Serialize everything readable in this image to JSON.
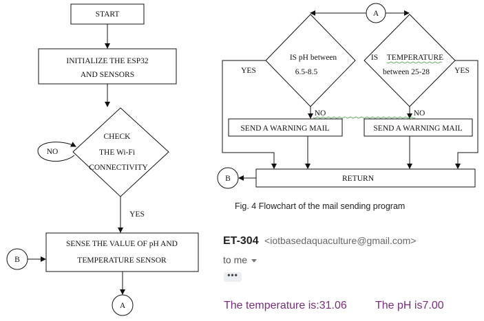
{
  "left_flow": {
    "start": "START",
    "init_line1": "INITIALIZE THE ESP32",
    "init_line2": "AND SENSORS",
    "check_line1": "CHECK",
    "check_line2": "THE Wi-Fi",
    "check_line3": "CONNECTIVITY",
    "no_label": "NO",
    "yes_label": "YES",
    "sense_line1": "SENSE THE VALUE OF pH AND",
    "sense_line2": "TEMPERATURE SENSOR",
    "connector_b": "B",
    "connector_a": "A"
  },
  "right_flow": {
    "connector_a": "A",
    "ph_line1": "IS pH between",
    "ph_line2": "6.5-8.5",
    "temp_line1_a": "IS",
    "temp_line1_b": "TEMPERATURE",
    "temp_line2": "between 25-28",
    "yes_left": "YES",
    "yes_right": "YES",
    "no_left": "NO",
    "no_right": "NO",
    "warn_left": "SEND A WARNING MAIL",
    "warn_right": "SEND A WARNING MAIL",
    "return_label": "RETURN",
    "connector_b": "B"
  },
  "caption": "Fig. 4 Flowchart of the mail sending program",
  "email": {
    "sender_name": "ET-304",
    "sender_address": "<iotbasedaquaculture@gmail.com>",
    "to_line": "to me",
    "dots": "•••",
    "temp_text": "The temperature is:31.06",
    "ph_text": "The pH is7.00",
    "text_color": "#7b2b7e"
  }
}
